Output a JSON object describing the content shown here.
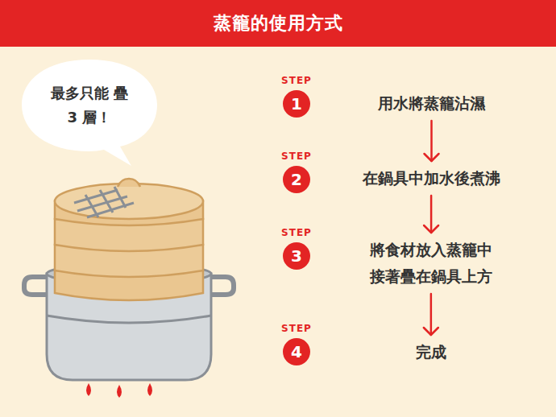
{
  "diagram": {
    "title": "蒸籠的使用方式",
    "nodes": [
      {
        "text": [
          "最多只能 疊 3 層！"
        ]
      },
      {
        "text": [
          "STEP",
          "1"
        ]
      },
      {
        "text": [
          "用水將蒸籠沾濕"
        ]
      },
      {
        "text": [
          "STEP",
          "2"
        ]
      },
      {
        "text": [
          "在鍋具中加水後煮沸"
        ]
      },
      {
        "text": [
          "STEP",
          "3"
        ]
      },
      {
        "text": [
          "將食材放入蒸籠中 接著疊在鍋具上方"
        ]
      },
      {
        "text": [
          "STEP",
          "4"
        ]
      },
      {
        "text": [
          "完成"
        ]
      }
    ],
    "edges": [
      {
        "from": 2,
        "to": 4,
        "arrow": "to"
      },
      {
        "from": 4,
        "to": 6,
        "arrow": "to"
      },
      {
        "from": 6,
        "to": 8,
        "arrow": "to"
      }
    ]
  }
}
